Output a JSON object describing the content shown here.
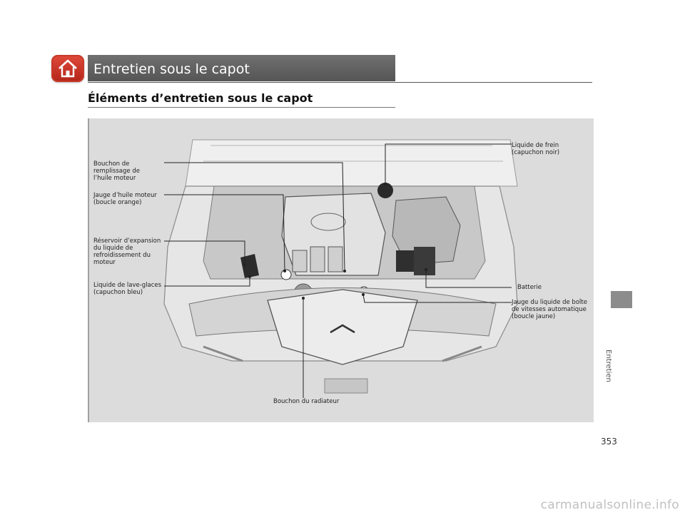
{
  "header": {
    "section_title": "Entretien sous le capot",
    "sub_heading": "Éléments d’entretien sous le capot"
  },
  "sidebar": {
    "chapter_label": "Entretien"
  },
  "footer": {
    "page_number": "353",
    "watermark": "carmanualsonline.info"
  },
  "figure": {
    "labels": {
      "oil_cap": "Bouchon de\nremplissage de\nl’huile moteur",
      "dipstick": "Jauge d’huile moteur\n(boucle orange)",
      "coolant": "Réservoir d’expansion\ndu liquide de\nrefroidissement du\nmoteur",
      "washer": "Liquide de lave-glaces\n(capuchon bleu)",
      "brake": "Liquide de frein\n(capuchon noir)",
      "battery": "Batterie",
      "atf": "Jauge du liquide de boîte\nde vitesses automatique\n(boucle jaune)",
      "radiator": "Bouchon du radiateur"
    }
  },
  "colors": {
    "home_button": "#c8392a",
    "section_bar": "#606060",
    "figure_bg": "#dcdcdc"
  }
}
